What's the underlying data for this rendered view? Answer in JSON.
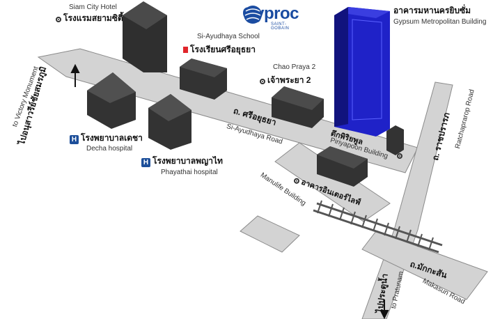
{
  "brand": {
    "name": "Gyproc",
    "sub": "SAINT-GOBAIN"
  },
  "landmarks": {
    "gypsum_th": "อาคารมหานครยิบซั่ม",
    "gypsum_en": "Gypsum Metropolitan Building",
    "siam_city_en": "Siam City Hotel",
    "siam_city_th": "โรงแรมสยามซิตี้",
    "school_en": "Si-Ayudhaya School",
    "school_th": "โรงเรียนศรีอยุธยา",
    "chao_praya_en": "Chao Praya 2",
    "chao_praya_th": "เจ้าพระยา 2",
    "decha_th": "โรงพยาบาลเดชา",
    "decha_en": "Decha hospital",
    "phayathai_th": "โรงพยาบาลพญาไท",
    "phayathai_en": "Phayathai hospital",
    "piriyapoon_th": "ตึกพิริยพูล",
    "piriyapoon_en": "Piriyapoon Building",
    "manulife_en": "Manulife Building",
    "manulife_th": "อาคารอินเตอร์ไลฟ์"
  },
  "roads": {
    "si_ayudhaya_th": "ถ. ศรีอยุธยา",
    "si_ayudhaya_en": "Si-Ayudhaya Road",
    "ratchaprarop_th": "ถ. ราชปรารภ",
    "ratchaprarop_en": "Ratchaprarop Road",
    "makasun_th": "ถ.มักกะสัน",
    "makasun_en": "Makasun Road"
  },
  "directions": {
    "victory_th": "ไปอนุสาวรีย์ชัยสมรภูมิ",
    "victory_en": "to Victory Monument",
    "pratunam_th": "ไปประตูน้ำ",
    "pratunam_en": "to Pratunam"
  },
  "hospital_marker": "H",
  "colors": {
    "road": "#d3d3d3",
    "road_edge": "#8a8a8a",
    "building": "#3a3a3a",
    "tower_glass": "#1f22c8",
    "brand_blue": "#1b4ca1"
  }
}
